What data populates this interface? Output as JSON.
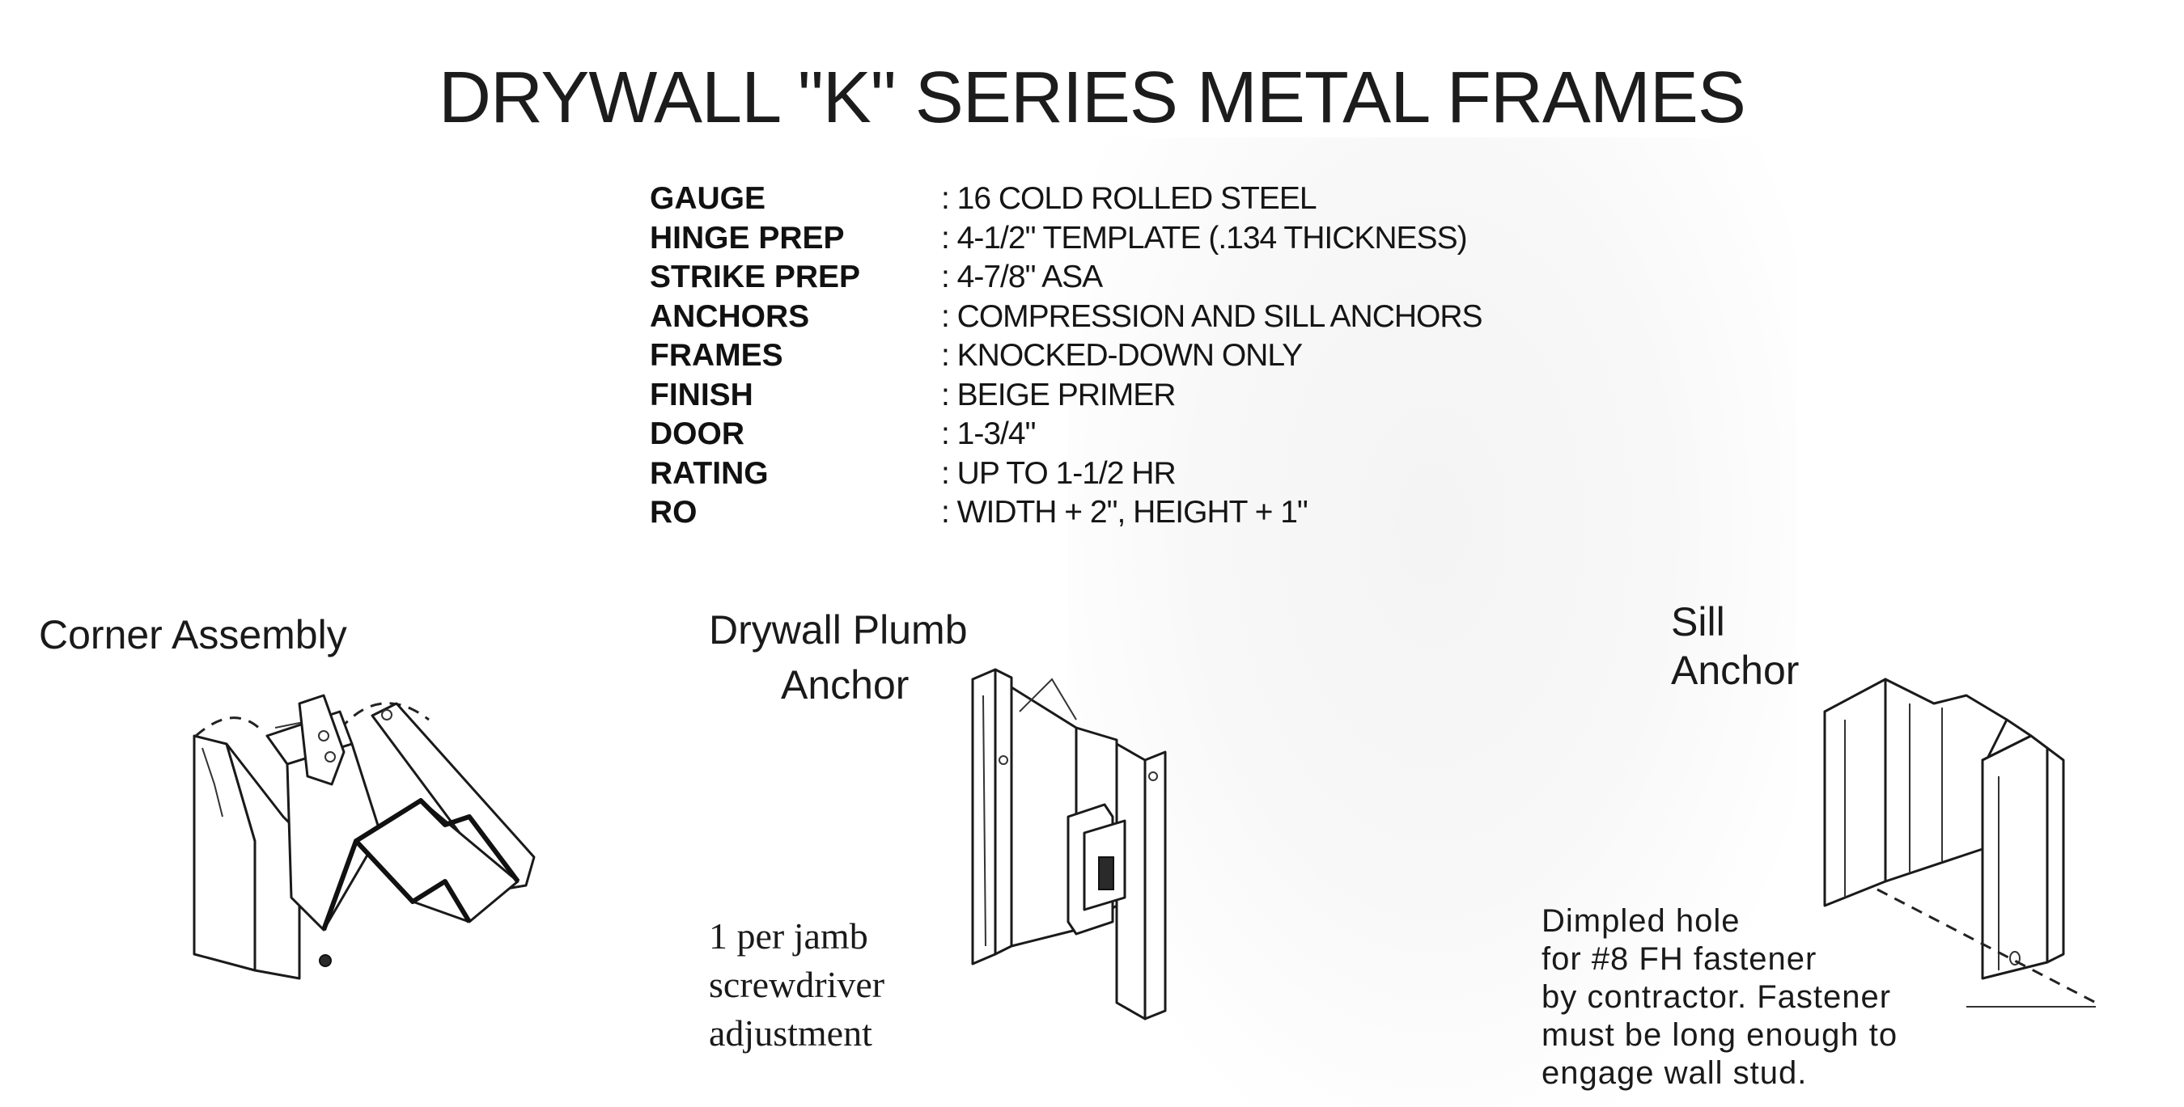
{
  "document": {
    "title": "DRYWALL \"K\" SERIES METAL FRAMES"
  },
  "specs": [
    {
      "label": "GAUGE",
      "value": ": 16 COLD ROLLED STEEL"
    },
    {
      "label": "HINGE PREP",
      "value": ": 4-1/2\" TEMPLATE (.134 THICKNESS)"
    },
    {
      "label": "STRIKE PREP",
      "value": ": 4-7/8\" ASA"
    },
    {
      "label": "ANCHORS",
      "value": ": COMPRESSION AND SILL ANCHORS"
    },
    {
      "label": "FRAMES",
      "value": ": KNOCKED-DOWN ONLY"
    },
    {
      "label": "FINISH",
      "value": ": BEIGE PRIMER"
    },
    {
      "label": "DOOR",
      "value": ": 1-3/4\""
    },
    {
      "label": "RATING",
      "value": ": UP TO 1-1/2 HR"
    },
    {
      "label": "RO",
      "value": ": WIDTH + 2\", HEIGHT + 1\""
    }
  ],
  "figures": {
    "corner_assembly": {
      "caption": "Corner Assembly",
      "icon": "corner-assembly-drawing"
    },
    "drywall_plumb_anchor": {
      "caption_line1": "Drywall Plumb",
      "caption_line2": "Anchor",
      "icon": "plumb-anchor-drawing",
      "note": [
        "1 per jamb",
        "screwdriver",
        "adjustment"
      ]
    },
    "sill_anchor": {
      "caption_line1": "Sill",
      "caption_line2": "Anchor",
      "icon": "sill-anchor-drawing",
      "note": [
        "Dimpled hole",
        "for #8 FH fastener",
        "by contractor. Fastener",
        "must be long enough to",
        "engage wall stud."
      ]
    }
  }
}
